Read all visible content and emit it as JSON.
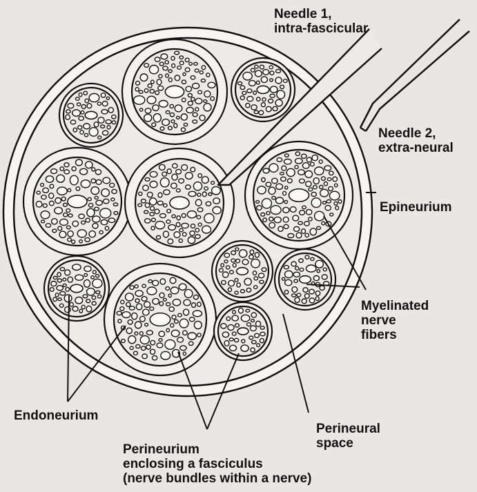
{
  "labels": {
    "needle1_line1": "Needle 1,",
    "needle1_line2": "intra-fascicular",
    "needle2_line1": "Needle 2,",
    "needle2_line2": "extra-neural",
    "epineurium": "Epineurium",
    "myelinated_line1": "Myelinated",
    "myelinated_line2": "nerve",
    "myelinated_line3": "fibers",
    "endoneurium": "Endoneurium",
    "perineural_line1": "Perineural",
    "perineural_line2": "space",
    "perineurium_line1": "Perineurium",
    "perineurium_line2": "enclosing a fasciculus",
    "perineurium_line3": "(nerve bundles within a nerve)"
  },
  "colors": {
    "background": "#e8e7e3",
    "stroke": "#111111",
    "fill": "#f3f2ee"
  }
}
